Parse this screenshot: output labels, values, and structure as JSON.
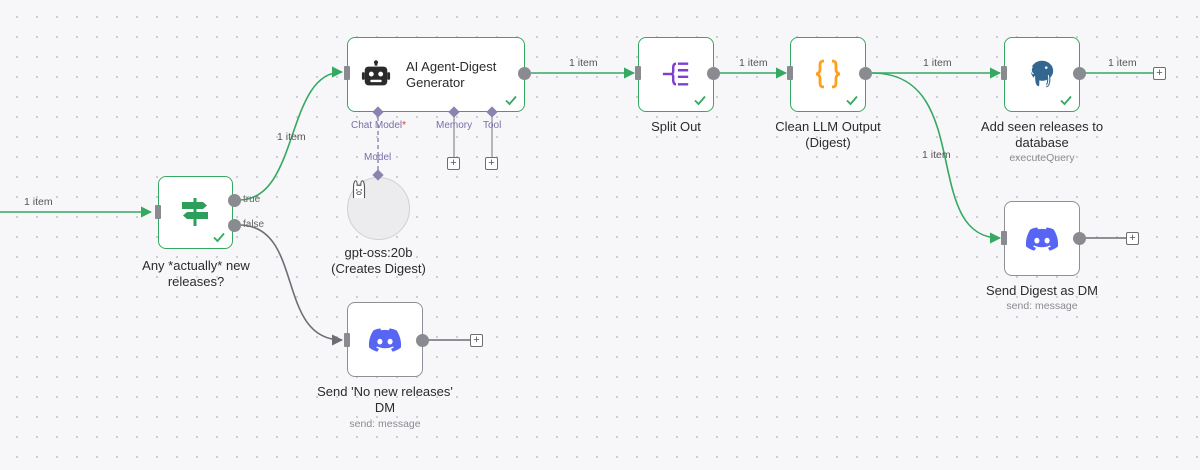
{
  "nodes": {
    "if_node": {
      "label": "Any *actually* new\nreleases?",
      "true_label": "true",
      "false_label": "false"
    },
    "agent": {
      "label": "AI Agent-Digest\nGenerator",
      "sub_ports": {
        "chat_model": "Chat Model",
        "chat_model_required": "*",
        "memory": "Memory",
        "tool": "Tool"
      }
    },
    "model": {
      "connector_label": "Model",
      "label": "gpt-oss:20b\n(Creates Digest)"
    },
    "split_out": {
      "label": "Split Out"
    },
    "clean": {
      "label": "Clean LLM Output\n(Digest)"
    },
    "db": {
      "label": "Add seen releases to\ndatabase",
      "sublabel": "executeQuery"
    },
    "send_digest": {
      "label": "Send Digest as DM",
      "sublabel": "send: message"
    },
    "send_none": {
      "label": "Send 'No new releases'\nDM",
      "sublabel": "send: message"
    }
  },
  "edge_labels": {
    "input": "1 item",
    "true_to_agent": "1 item",
    "agent_to_split": "1 item",
    "split_to_clean": "1 item",
    "clean_to_db": "1 item",
    "db_out": "1 item",
    "clean_to_send": "1 item"
  },
  "icons": {
    "if": "signpost-icon",
    "agent": "robot-icon",
    "model": "ollama-llama-icon",
    "split_out": "split-out-icon",
    "clean": "code-braces-icon",
    "db": "postgres-elephant-icon",
    "discord": "discord-icon",
    "success": "checkmark-icon"
  },
  "colors": {
    "success": "#35a862",
    "discord": "#5865f2",
    "split": "#7e3fd1",
    "code": "#ff9f1c",
    "postgres": "#336791"
  },
  "plus_symbol": "+"
}
